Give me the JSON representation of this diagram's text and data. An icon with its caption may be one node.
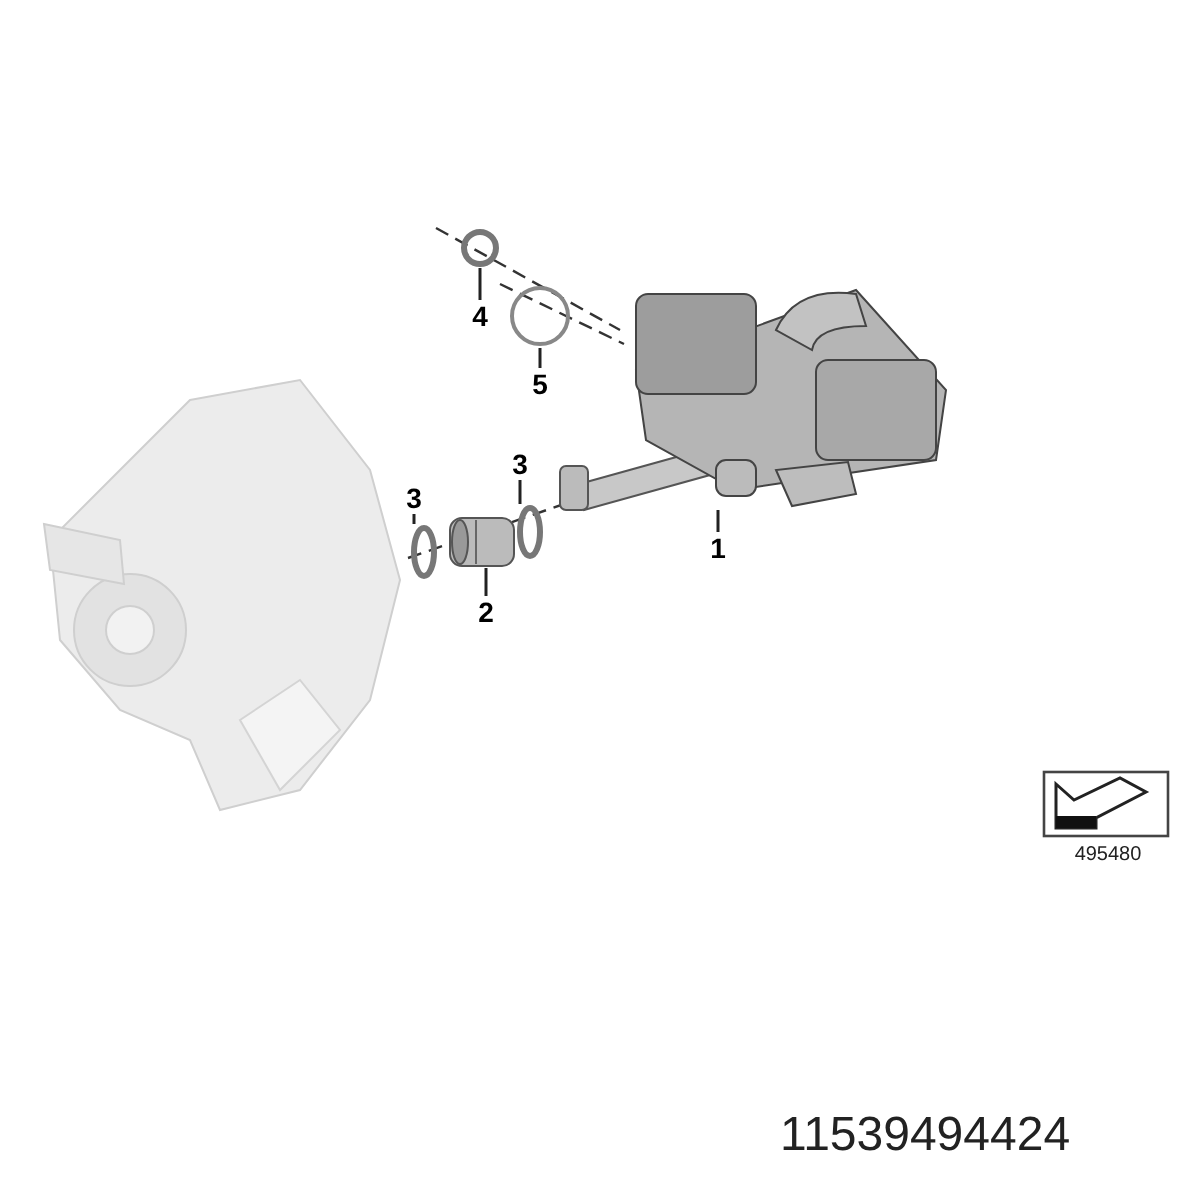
{
  "diagram": {
    "nodes": [
      {
        "text": [
          "4"
        ]
      },
      {
        "text": [
          "5"
        ]
      },
      {
        "text": [
          "3"
        ]
      },
      {
        "text": [
          "3"
        ]
      },
      {
        "text": [
          "1"
        ]
      },
      {
        "text": [
          "2"
        ]
      },
      {
        "text": [],
        "shape": "circle"
      },
      {
        "text": [],
        "shape": "circle"
      },
      {
        "text": [],
        "shape": "circle"
      },
      {
        "text": [],
        "shape": "circle"
      },
      {
        "text": [],
        "shape": "picture"
      },
      {
        "text": [],
        "shape": "picture"
      }
    ],
    "edges": [
      {
        "from": 0,
        "to": 6,
        "arrow": "none"
      },
      {
        "from": 1,
        "to": 7,
        "arrow": "none"
      },
      {
        "from": 2,
        "to": 9,
        "arrow": "none"
      },
      {
        "from": 3,
        "to": 8,
        "arrow": "none"
      },
      {
        "from": 4,
        "to": 11,
        "arrow": "none"
      },
      {
        "from": 5,
        "to": 10,
        "arrow": "none"
      }
    ],
    "labels": [
      "495480",
      "11539494424"
    ]
  }
}
